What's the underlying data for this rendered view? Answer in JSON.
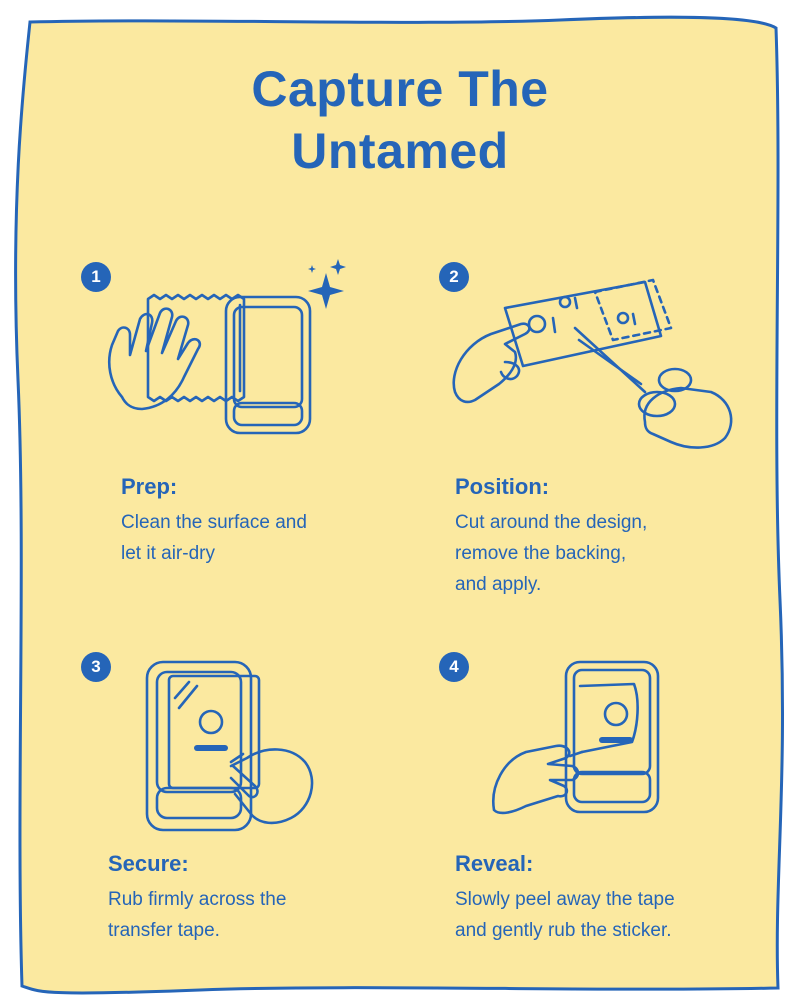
{
  "title": {
    "line1": "Capture The",
    "line2": "Untamed"
  },
  "colors": {
    "background": "#fbe9a0",
    "ink": "#2565b8",
    "badge_text": "#ffffff"
  },
  "steps": [
    {
      "number": "1",
      "title": "Prep:",
      "desc": [
        "Clean the surface and",
        "let it air-dry"
      ]
    },
    {
      "number": "2",
      "title": "Position:",
      "desc": [
        "Cut around the design,",
        "remove the backing,",
        "and apply."
      ]
    },
    {
      "number": "3",
      "title": "Secure:",
      "desc": [
        "Rub firmly across the",
        "transfer tape."
      ]
    },
    {
      "number": "4",
      "title": "Reveal:",
      "desc": [
        "Slowly peel away the tape",
        "and gently rub the sticker."
      ]
    }
  ]
}
